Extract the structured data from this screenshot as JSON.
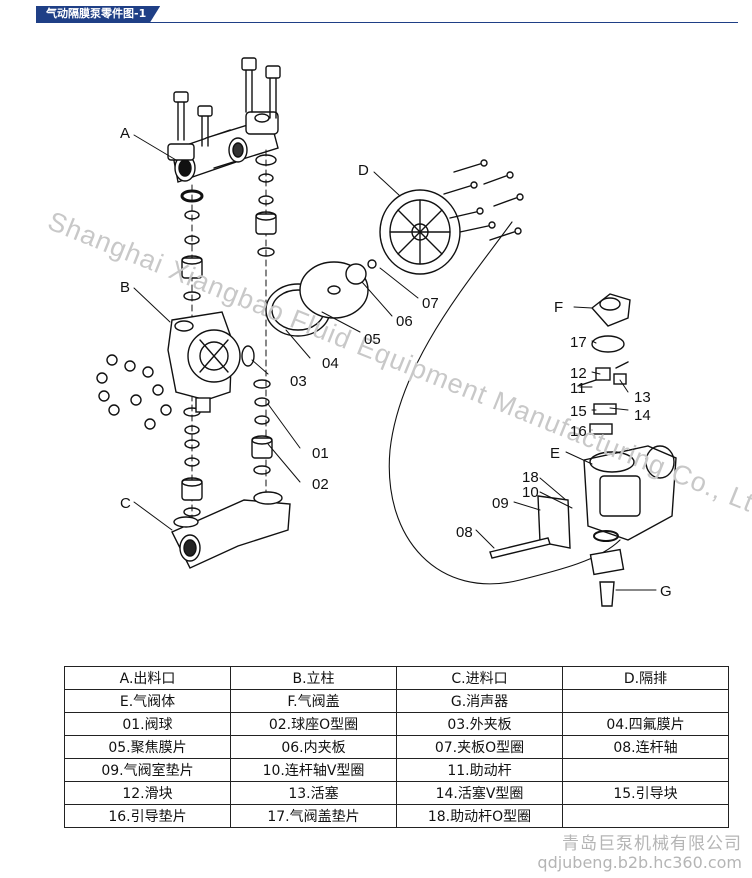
{
  "header": {
    "title": "气动隔膜泵零件图-1"
  },
  "watermark": {
    "text": "Shanghai Xiangbao Fluid Equipment Manufacturing Co., Ltd"
  },
  "labels": {
    "A": "A",
    "B": "B",
    "C": "C",
    "D": "D",
    "E": "E",
    "F": "F",
    "G": "G",
    "n01": "01",
    "n02": "02",
    "n03": "03",
    "n04": "04",
    "n05": "05",
    "n06": "06",
    "n07": "07",
    "n08": "08",
    "n09": "09",
    "n10": "10",
    "n11": "11",
    "n12": "12",
    "n13": "13",
    "n14": "14",
    "n15": "15",
    "n16": "16",
    "n17": "17",
    "n18": "18"
  },
  "legend": {
    "rows": [
      [
        "A.出料口",
        "B.立柱",
        "C.进料口",
        "D.隔排"
      ],
      [
        "E.气阀体",
        "F.气阀盖",
        "G.消声器",
        ""
      ],
      [
        "01.阀球",
        "02.球座O型圈",
        "03.外夹板",
        "04.四氟膜片"
      ],
      [
        "05.聚焦膜片",
        "06.内夹板",
        "07.夹板O型圈",
        "08.连杆轴"
      ],
      [
        "09.气阀室垫片",
        "10.连杆轴V型圈",
        "11.助动杆",
        ""
      ],
      [
        "12.滑块",
        "13.活塞",
        "14.活塞V型圈",
        "15.引导块"
      ],
      [
        "16.引导垫片",
        "17.气阀盖垫片",
        "18.助动杆O型圈",
        ""
      ]
    ]
  },
  "footer": {
    "company": "青岛巨泵机械有限公司",
    "url": "qdjubeng.b2b.hc360.com"
  },
  "colors": {
    "header_bg": "#1f3f86",
    "line": "#111111",
    "watermark": "#c8c8c8"
  }
}
